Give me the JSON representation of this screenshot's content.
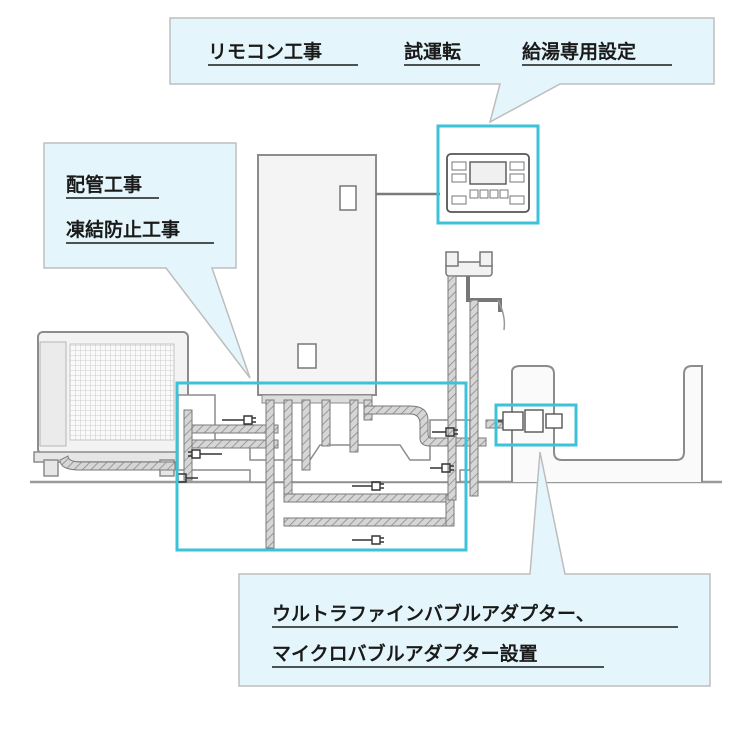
{
  "callouts": {
    "remote": {
      "items": [
        "リモコン工事",
        "試運転",
        "給湯専用設定"
      ]
    },
    "piping": {
      "items": [
        "配管工事",
        "凍結防止工事"
      ]
    },
    "adapter": {
      "lines": [
        "ウルトラファインバブルアダプター、",
        "マイクロバブルアダプター設置"
      ]
    }
  },
  "colors": {
    "callout_fill": "#e4f6fb",
    "callout_border": "#bdbdbd",
    "highlight": "#3cc3da",
    "line": "#707070",
    "pipe_fill": "#d2d2d2"
  },
  "icons": [
    "heat-pump-unit",
    "hot-water-tank",
    "remote-controller",
    "faucet",
    "bathtub",
    "bubble-adapter",
    "power-plug"
  ]
}
